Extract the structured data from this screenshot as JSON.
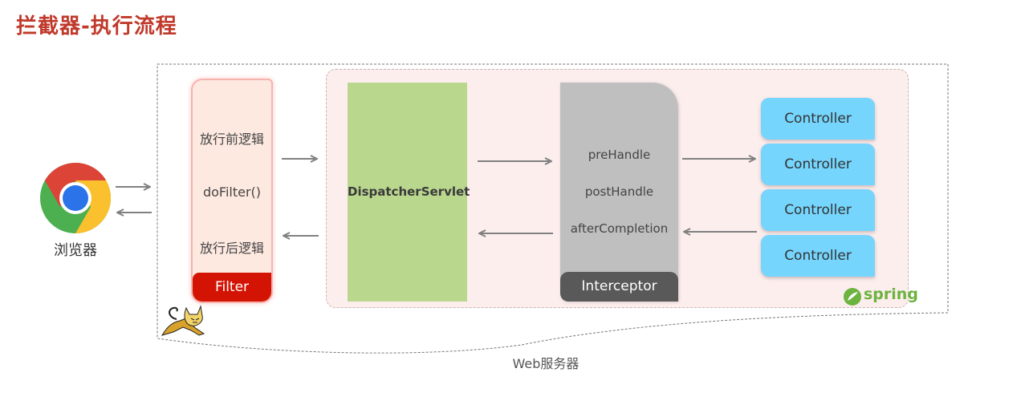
{
  "title": "拦截器-执行流程",
  "browser": {
    "label": "浏览器",
    "icon": "chrome-icon"
  },
  "filter": {
    "items": [
      "放行前逻辑",
      "doFilter()",
      "放行后逻辑"
    ],
    "footer": "Filter"
  },
  "dispatcher": {
    "label": "DispatcherServlet"
  },
  "interceptor": {
    "items": [
      "preHandle",
      "postHandle",
      "afterCompletion"
    ],
    "footer": "Interceptor"
  },
  "controllers": [
    "Controller",
    "Controller",
    "Controller",
    "Controller"
  ],
  "spring_logo": "spring",
  "web_server_label": "Web服务器",
  "colors": {
    "title": "#c0392b",
    "filter_footer": "#d31404",
    "dispatcher": "#bad78e",
    "interceptor": "#bfbfbf",
    "interceptor_footer": "#595959",
    "controller": "#75d5fd",
    "spring_green": "#6db33f",
    "arrow": "#808080"
  }
}
